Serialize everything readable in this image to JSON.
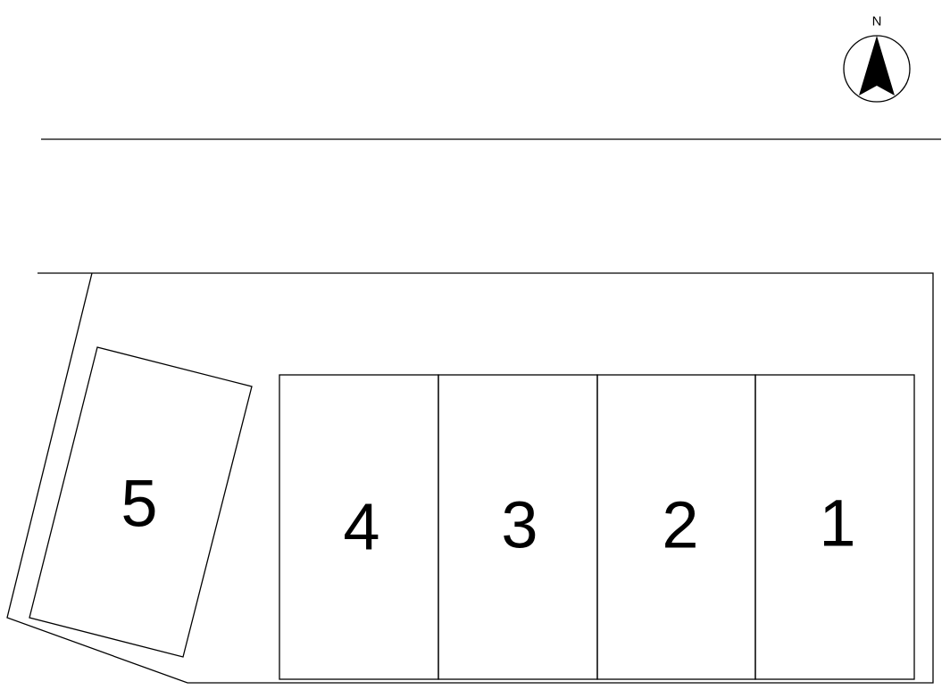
{
  "compass": {
    "label": "N",
    "icon": "north-arrow-icon"
  },
  "lots": [
    {
      "number": "1"
    },
    {
      "number": "2"
    },
    {
      "number": "3"
    },
    {
      "number": "4"
    },
    {
      "number": "5"
    }
  ]
}
